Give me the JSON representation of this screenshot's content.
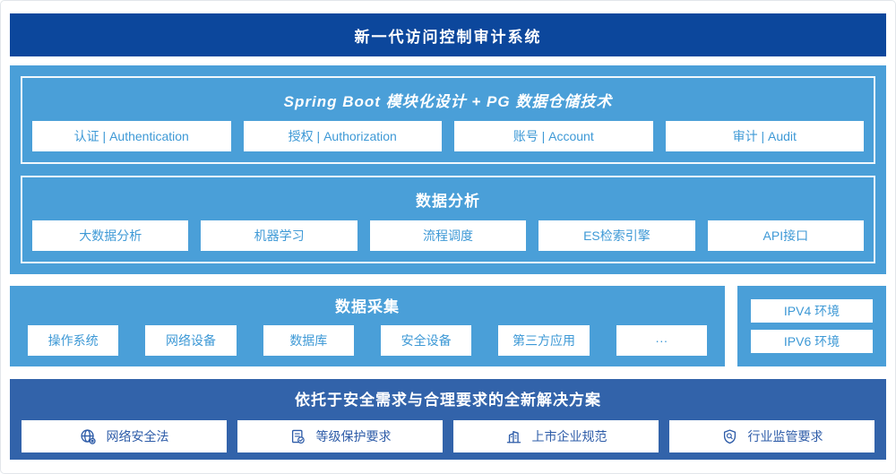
{
  "header": {
    "title": "新一代访问控制审计系统"
  },
  "tech": {
    "panel1": {
      "title": "Spring Boot 模块化设计 + PG 数据仓储技术",
      "items": [
        "认证 | Authentication",
        "授权 | Authorization",
        "账号 | Account",
        "审计 | Audit"
      ]
    },
    "panel2": {
      "title": "数据分析",
      "items": [
        "大数据分析",
        "机器学习",
        "流程调度",
        "ES检索引擎",
        "API接口"
      ]
    }
  },
  "collect": {
    "title": "数据采集",
    "items": [
      "操作系统",
      "网络设备",
      "数据库",
      "安全设备",
      "第三方应用",
      "···"
    ]
  },
  "env": {
    "items": [
      "IPV4 环境",
      "IPV6 环境"
    ]
  },
  "solution": {
    "title": "依托于安全需求与合理要求的全新解决方案",
    "items": [
      {
        "icon": "globe-icon",
        "label": "网络安全法"
      },
      {
        "icon": "document-check-icon",
        "label": "等级保护要求"
      },
      {
        "icon": "building-icon",
        "label": "上市企业规范"
      },
      {
        "icon": "shield-search-icon",
        "label": "行业监管要求"
      }
    ]
  },
  "colors": {
    "header_bg": "#0c479c",
    "layer_bg": "#4a9fd8",
    "solution_bg": "#3263aa",
    "light_box_text": "#3e99d6",
    "dark_box_text": "#2e5ca8"
  }
}
